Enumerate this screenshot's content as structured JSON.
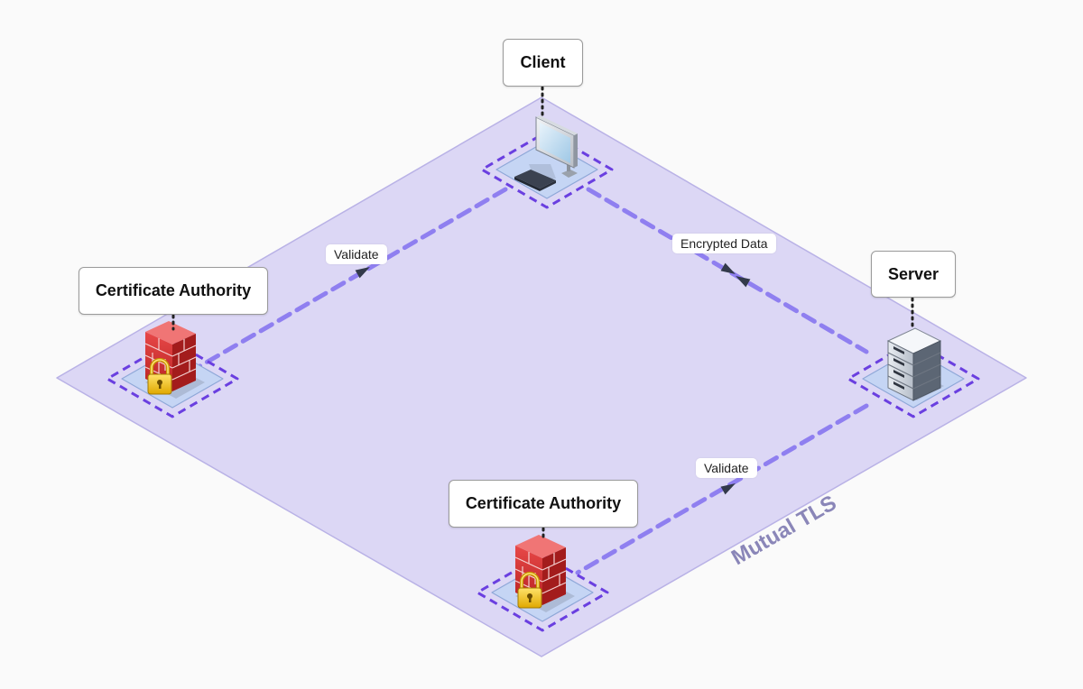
{
  "zone": {
    "label": "Mutual TLS",
    "fill": "#dcd7f5",
    "stroke": "#b9b2e6"
  },
  "nodes": {
    "client": {
      "label": "Client",
      "icon": "desktop-computer-icon"
    },
    "server": {
      "label": "Server",
      "icon": "server-rack-icon"
    },
    "ca_left": {
      "label": "Certificate Authority",
      "icon": "firewall-lock-icon"
    },
    "ca_bottom": {
      "label": "Certificate Authority",
      "icon": "firewall-lock-icon"
    }
  },
  "edges": {
    "client_ca": {
      "label": "Validate"
    },
    "client_server": {
      "label": "Encrypted Data"
    },
    "server_ca": {
      "label": "Validate"
    }
  },
  "colors": {
    "edge": "#8f7ff0",
    "node_ring": "#6a3fe0",
    "node_tile": "#c5d5f4"
  }
}
